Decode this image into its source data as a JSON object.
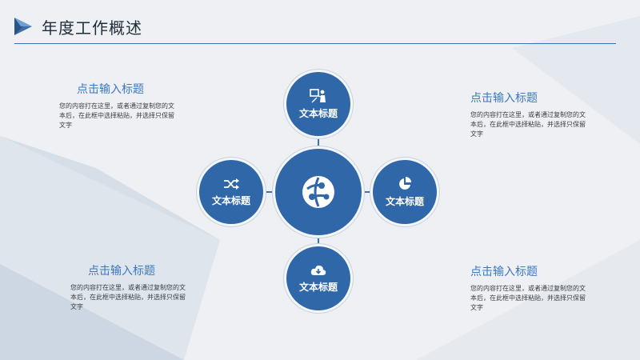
{
  "header": {
    "title": "年度工作概述"
  },
  "colors": {
    "accent": "#2f67a8",
    "title_blue": "#3a78c0",
    "rule": "#3f6fa8"
  },
  "center": {
    "icon": "globe-network-icon"
  },
  "nodes": {
    "top": {
      "label": "文本标题",
      "icon": "presentation-icon"
    },
    "left": {
      "label": "文本标题",
      "icon": "shuffle-icon"
    },
    "right": {
      "label": "文本标题",
      "icon": "pie-chart-icon"
    },
    "bottom": {
      "label": "文本标题",
      "icon": "cloud-download-icon"
    }
  },
  "text_blocks": {
    "left_top": {
      "title": "点击输入标题",
      "body": "您的内容打在这里，或者通过复制您的文本后，在此框中选择粘贴，并选择只保留文字"
    },
    "left_bottom": {
      "title": "点击输入标题",
      "body": "您的内容打在这里，或者通过复制您的文本后，在此框中选择粘贴，并选择只保留文字"
    },
    "right_top": {
      "title": "点击输入标题",
      "body": "您的内容打在这里，或者通过复制您的文本后，在此框中选择粘贴，并选择只保留文字"
    },
    "right_bottom": {
      "title": "点击输入标题",
      "body": "您的内容打在这里，或者通过复制您的文本后，在此框中选择粘贴，并选择只保留文字"
    }
  }
}
